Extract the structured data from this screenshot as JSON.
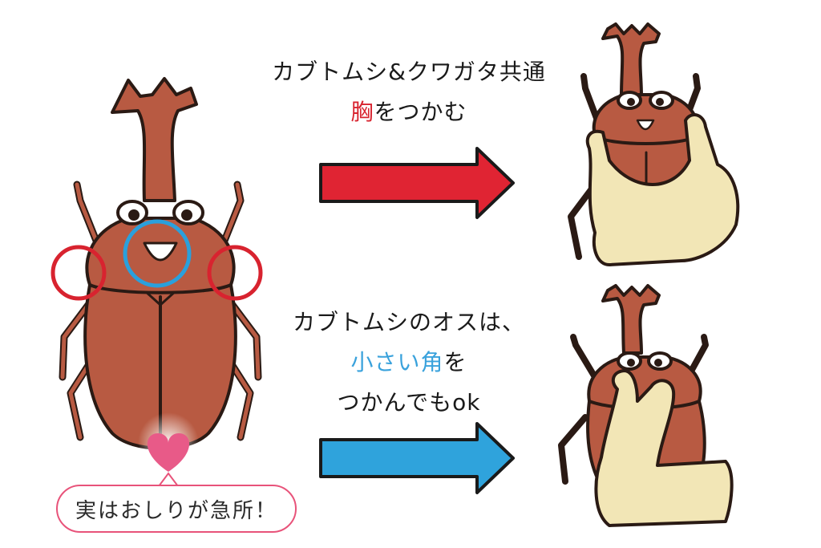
{
  "top_caption": {
    "line1": "カブトムシ&クワガタ共通",
    "line2_highlight": "胸",
    "line2_rest": "をつかむ"
  },
  "bottom_caption": {
    "line1": "カブトムシのオスは、",
    "line2_highlight": "小さい角",
    "line2_rest": "を",
    "line3": "つかんでもok"
  },
  "bubble_text": "実はおしりが急所！",
  "colors": {
    "beetle_body": "#b85a42",
    "beetle_outline": "#2a1a14",
    "hand": "#f2e6b6",
    "red_arrow": "#e02433",
    "blue_arrow": "#2fa3dc",
    "red_circle": "#d8232f",
    "blue_circle": "#2aa0dc",
    "heart": "#e85a88"
  }
}
